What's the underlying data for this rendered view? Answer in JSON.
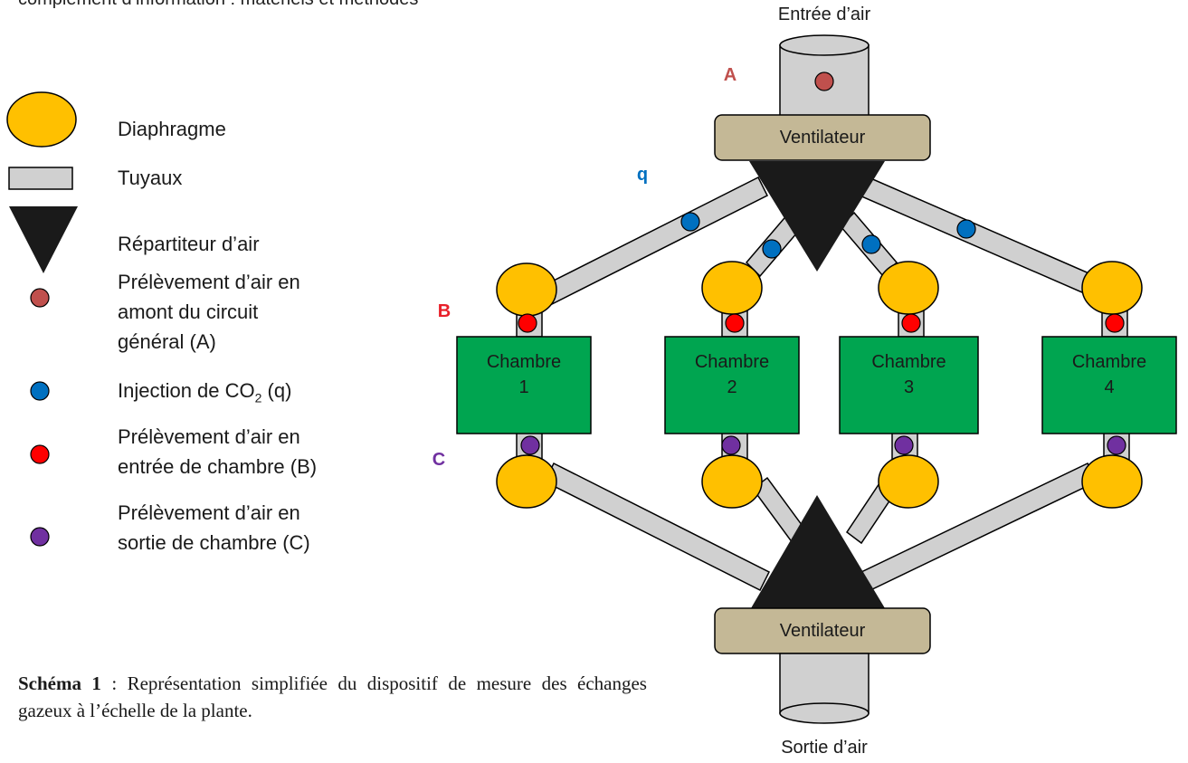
{
  "header": {
    "partial_text": "complément d’information : matériels et méthodes"
  },
  "legend": [
    {
      "icon": "diaphragm-icon",
      "label": "Diaphragme"
    },
    {
      "icon": "pipe-icon",
      "label": "Tuyaux"
    },
    {
      "icon": "air-distributor-icon",
      "label": "Répartiteur d’air"
    },
    {
      "icon": "sample-point-a-icon",
      "label_lines": [
        "Prélèvement d’air en",
        "amont du circuit",
        "général (A)"
      ]
    },
    {
      "icon": "co2-injection-icon",
      "label_pre": "Injection de CO",
      "label_sub": "2",
      "label_post": " (q)"
    },
    {
      "icon": "sample-point-b-icon",
      "label_lines": [
        "Prélèvement d’air en",
        "entrée de chambre (B)"
      ]
    },
    {
      "icon": "sample-point-c-icon",
      "label_lines": [
        "Prélèvement d’air en",
        "sortie de chambre (C)"
      ]
    }
  ],
  "caption": {
    "bold": "Schéma 1",
    "text": " : Représentation simplifiée du dispositif de mesure des échanges gazeux à l’échelle de la plante."
  },
  "diagram": {
    "air_inlet": "Entrée d’air",
    "air_outlet": "Sortie d’air",
    "fan_top": "Ventilateur",
    "fan_bottom": "Ventilateur",
    "marker_a": "A",
    "marker_b": "B",
    "marker_c": "C",
    "marker_q": "q",
    "chambers": [
      {
        "line1": "Chambre",
        "line2": "1"
      },
      {
        "line1": "Chambre",
        "line2": "2"
      },
      {
        "line1": "Chambre",
        "line2": "3"
      },
      {
        "line1": "Chambre",
        "line2": "4"
      }
    ]
  },
  "colors": {
    "diaphragm": "#FFC000",
    "pipe": "#D0D0D0",
    "chamber": "#00A550",
    "fan": "#C4B896",
    "distributor": "#1a1a1a",
    "sample_a": "#C0504D",
    "co2": "#0070C0",
    "sample_b": "#FF0000",
    "sample_c": "#7030A0",
    "label_a": "#C0504D",
    "label_b": "#E8202A",
    "label_c": "#7030A0",
    "label_q": "#0070C0"
  }
}
